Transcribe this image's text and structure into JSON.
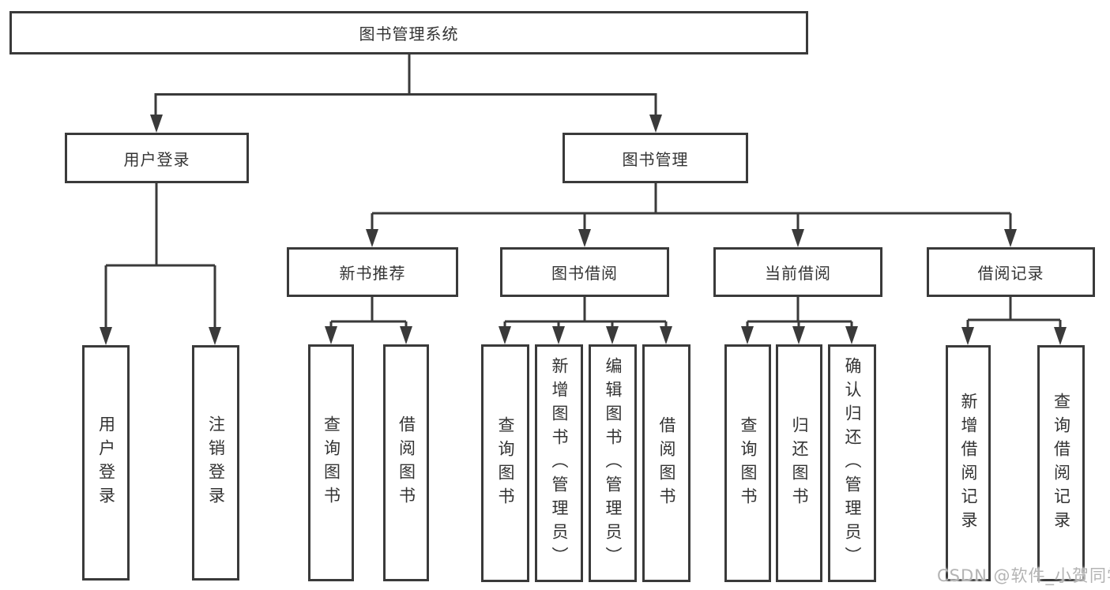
{
  "diagram": {
    "title": "图书管理系统",
    "root": {
      "label": "图书管理系统"
    },
    "level2": [
      {
        "label": "用户登录"
      },
      {
        "label": "图书管理"
      }
    ],
    "level3": [
      {
        "label": "新书推荐",
        "parent": "图书管理"
      },
      {
        "label": "图书借阅",
        "parent": "图书管理"
      },
      {
        "label": "当前借阅",
        "parent": "图书管理"
      },
      {
        "label": "借阅记录",
        "parent": "图书管理"
      }
    ],
    "leaves": [
      {
        "label": "用户登录",
        "parent": "用户登录"
      },
      {
        "label": "注销登录",
        "parent": "用户登录"
      },
      {
        "label": "查询图书",
        "parent": "新书推荐"
      },
      {
        "label": "借阅图书",
        "parent": "新书推荐"
      },
      {
        "label": "查询图书",
        "parent": "图书借阅"
      },
      {
        "label": "新增图书（管理员）",
        "parent": "图书借阅"
      },
      {
        "label": "编辑图书（管理员）",
        "parent": "图书借阅"
      },
      {
        "label": "借阅图书",
        "parent": "图书借阅"
      },
      {
        "label": "查询图书",
        "parent": "当前借阅"
      },
      {
        "label": "归还图书",
        "parent": "当前借阅"
      },
      {
        "label": "确认归还（管理员）",
        "parent": "当前借阅"
      },
      {
        "label": "新增借阅记录",
        "parent": "借阅记录"
      },
      {
        "label": "查询借阅记录",
        "parent": "借阅记录"
      }
    ]
  },
  "watermark": {
    "text": "CSDN @软件_小贺同学"
  },
  "colors": {
    "line": "#3a3a3a",
    "text": "#333333",
    "watermark": "#b4b4b4",
    "background": "#ffffff"
  }
}
